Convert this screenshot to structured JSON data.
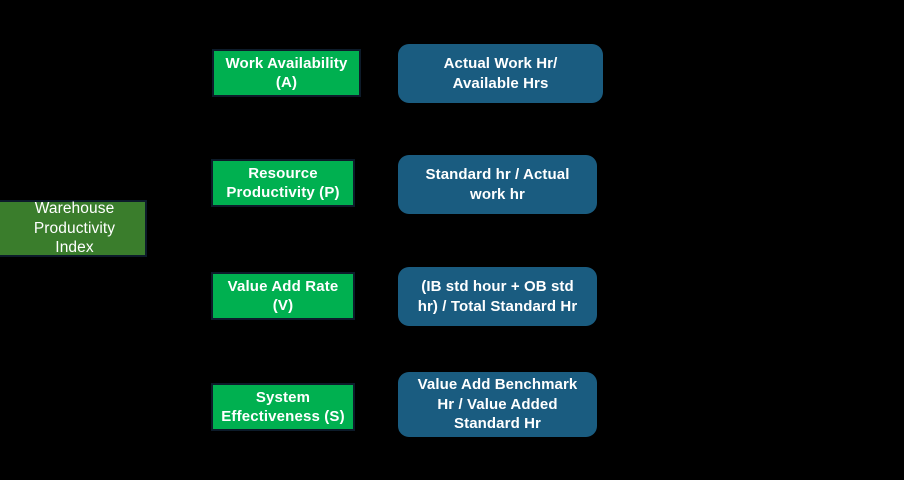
{
  "diagram": {
    "background_color": "#000000",
    "index_node": {
      "name": "warehouse-productivity-index",
      "label_line1": "Warehouse",
      "label_line2": "Productivity",
      "label_line3": "Index",
      "color": "#3a7d2c",
      "border_color": "#0d1b2a",
      "text_color": "#ffffff"
    },
    "metric_color": "#00b050",
    "metric_border_color": "#0d1b2a",
    "formula_color": "#1a5c80",
    "text_color": "#ffffff",
    "rows": [
      {
        "metric": {
          "name": "work-availability",
          "line1": "Work Availability",
          "line2": "(A)"
        },
        "formula": {
          "name": "work-availability-formula",
          "line1": "Actual Work Hr/",
          "line2": "Available Hrs"
        }
      },
      {
        "metric": {
          "name": "resource-productivity",
          "line1": "Resource",
          "line2": "Productivity (P)"
        },
        "formula": {
          "name": "resource-productivity-formula",
          "line1": "Standard hr / Actual",
          "line2": "work hr"
        }
      },
      {
        "metric": {
          "name": "value-add-rate",
          "line1": "Value Add Rate",
          "line2": "(V)"
        },
        "formula": {
          "name": "value-add-rate-formula",
          "line1": "(IB std hour + OB std",
          "line2": "hr) / Total Standard Hr"
        }
      },
      {
        "metric": {
          "name": "system-effectiveness",
          "line1": "System",
          "line2": "Effectiveness (S)"
        },
        "formula": {
          "name": "system-effectiveness-formula",
          "line1": "Value Add Benchmark",
          "line2": "Hr / Value Added",
          "line3": "Standard Hr"
        }
      }
    ]
  }
}
